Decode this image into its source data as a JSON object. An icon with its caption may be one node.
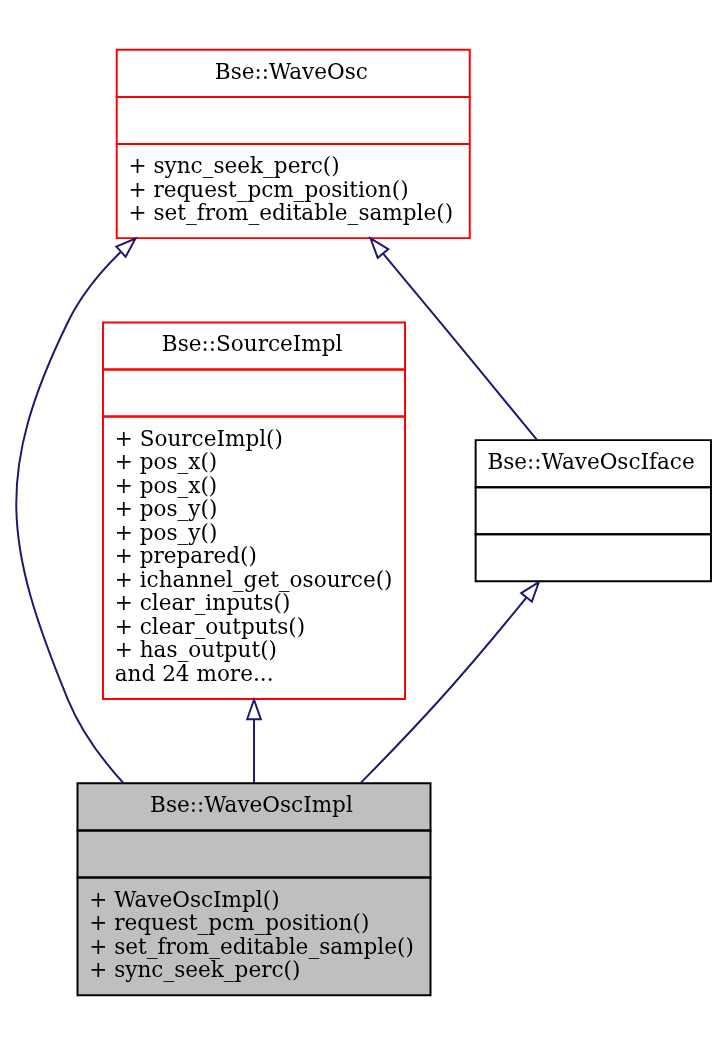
{
  "diagram": {
    "nodes": [
      {
        "text": [
          "Bse::WaveOsc",
          "+ sync_seek_perc()",
          "+ request_pcm_position()",
          "+ set_from_editable_sample()"
        ]
      },
      {
        "text": [
          "Bse::SourceImpl",
          "+ SourceImpl()",
          "+ pos_x()",
          "+ pos_x()",
          "+ pos_y()",
          "+ pos_y()",
          "+ prepared()",
          "+ ichannel_get_osource()",
          "+ clear_inputs()",
          "+ clear_outputs()",
          "+ has_output()",
          "and 24 more..."
        ]
      },
      {
        "text": [
          "Bse::WaveOscIface"
        ]
      },
      {
        "text": [
          "Bse::WaveOscImpl",
          "+ WaveOscImpl()",
          "+ request_pcm_position()",
          "+ set_from_editable_sample()",
          "+ sync_seek_perc()"
        ]
      }
    ],
    "edges": [
      {
        "from": 3,
        "to": 1,
        "arrow": "to"
      },
      {
        "from": 3,
        "to": 0,
        "arrow": "to"
      },
      {
        "from": 3,
        "to": 2,
        "arrow": "to"
      },
      {
        "from": 2,
        "to": 0,
        "arrow": "to"
      }
    ]
  }
}
